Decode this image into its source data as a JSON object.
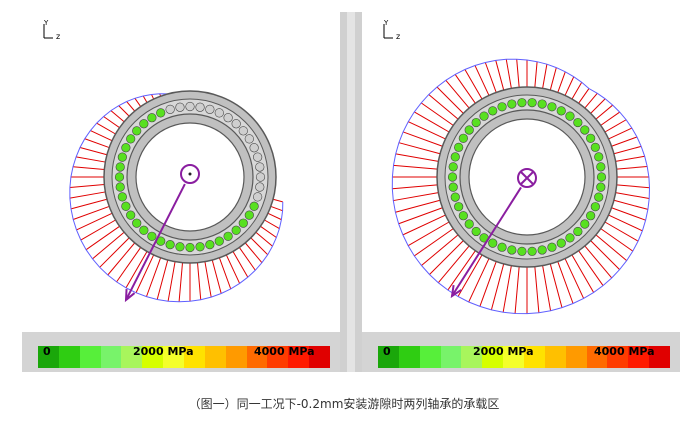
{
  "panels": [
    {
      "id": "left",
      "axes": {
        "y": "Y",
        "z": "z"
      },
      "center_symbol": "dot"
    },
    {
      "id": "right",
      "axes": {
        "y": "Y",
        "z": "z"
      },
      "center_symbol": "cross"
    }
  ],
  "scale": {
    "labels": [
      "0",
      "2000 MPa",
      "4000 MPa"
    ],
    "colors": [
      "#1aa70a",
      "#2fcd12",
      "#57ef3a",
      "#78f36a",
      "#a8f55c",
      "#d6ff00",
      "#f4ff2a",
      "#ffe200",
      "#ffc000",
      "#ff9a00",
      "#ff6a00",
      "#ff3c00",
      "#ff1a00",
      "#e00000"
    ]
  },
  "colors": {
    "ring_fill": "#c0c0c0",
    "ring_edge": "#595959",
    "ball_loaded": "#58e020",
    "ball_idle": "#cfcfcf",
    "pressure_line": "#e00000",
    "envelope": "#6060ff",
    "arrow": "#8a1ea0"
  },
  "caption": "（图一）同一工况下-0.2mm安装游隙时两列轴承的承载区"
}
